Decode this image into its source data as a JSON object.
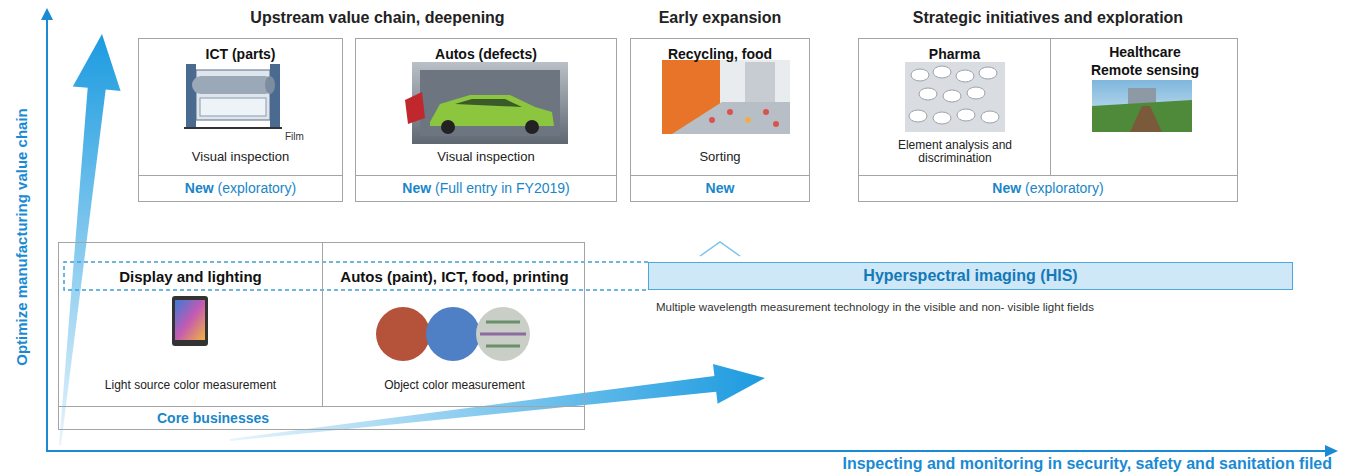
{
  "diagram": {
    "nodes": [
      {
        "text": [
          "ICT (parts)",
          "Film",
          "Visual inspection",
          "New",
          "(exploratory)"
        ]
      },
      {
        "text": [
          "Autos (defects)",
          "Visual inspection",
          "New",
          "(Full entry in FY2019)"
        ]
      },
      {
        "text": [
          "Recycling, food",
          "Sorting",
          "New"
        ]
      },
      {
        "text": [
          "New",
          "(exploratory)"
        ]
      },
      {
        "text": [
          "Pharma",
          "Element analysis and discrimination"
        ],
        "in": 3
      },
      {
        "text": [
          "Healthcare",
          "Remote sensing"
        ],
        "in": 3
      },
      {
        "text": [
          "Core businesses"
        ]
      },
      {
        "text": [
          "Display and lighting",
          "Light source color measurement"
        ],
        "in": 6
      },
      {
        "text": [
          "Autos (paint), ICT, food, printing",
          "Object color measurement"
        ],
        "in": 6
      },
      {
        "text": [
          "Hyperspectral imaging (HIS)",
          "Multiple wavelength measurement technology in the visible and non- visible light fields"
        ]
      }
    ],
    "labels": [
      "Upstream value chain, deepening",
      "Early expansion",
      "Strategic initiatives and exploration",
      "Optimize manufacturing value chain",
      "Inspecting and monitoring in security, safety and sanitation filed"
    ]
  }
}
